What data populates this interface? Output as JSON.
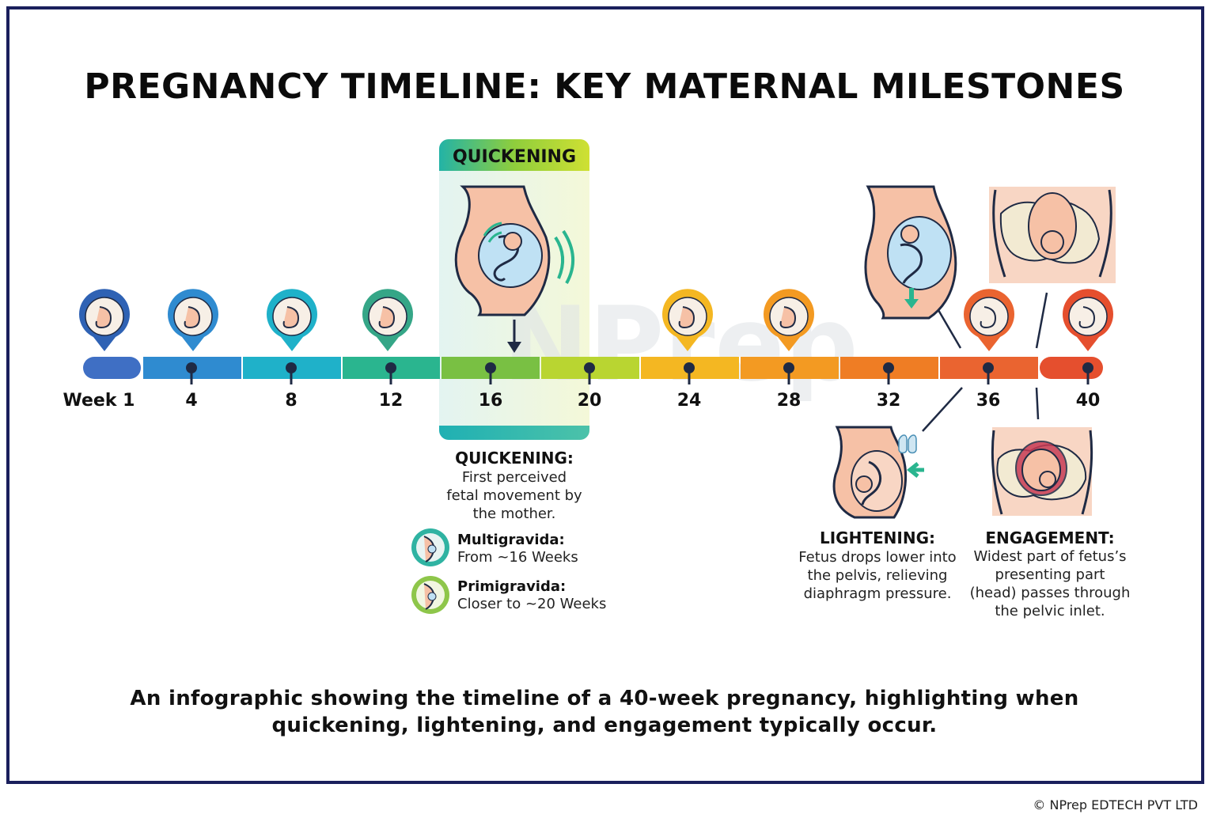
{
  "title": "PREGNANCY TIMELINE: KEY MATERNAL MILESTONES",
  "watermark": "NPrep",
  "timeline": {
    "ticks": [
      "Week 1",
      "4",
      "8",
      "12",
      "16",
      "20",
      "24",
      "28",
      "32",
      "36",
      "40"
    ],
    "colors": [
      "#3f6fc4",
      "#2f8bd0",
      "#1fb1c9",
      "#2ab58f",
      "#79c043",
      "#b9d531",
      "#f4b722",
      "#f39a22",
      "#ef7d24",
      "#ea6430",
      "#e54f2e"
    ]
  },
  "quickening": {
    "banner": "QUICKENING",
    "heading": "QUICKENING:",
    "lines": [
      "First perceived",
      "fetal movement by",
      "the mother."
    ],
    "multigravida": {
      "label": "Multigravida:",
      "value": "From ~16 Weeks"
    },
    "primigravida": {
      "label": "Primigravida:",
      "value": "Closer to ~20 Weeks"
    }
  },
  "lightening": {
    "heading": "LIGHTENING:",
    "lines": [
      "Fetus drops lower into",
      "the pelvis, relieving",
      "diaphragm pressure."
    ]
  },
  "engagement": {
    "heading": "ENGAGEMENT:",
    "lines": [
      "Widest part of fetus’s",
      "presenting part",
      "(head) passes through",
      "the pelvic inlet."
    ]
  },
  "caption": {
    "line1": "An infographic showing the timeline of a 40-week pregnancy, highlighting when",
    "line2": "quickening, lightening, and engagement typically occur."
  },
  "copyright": "© NPrep EDTECH PVT LTD"
}
